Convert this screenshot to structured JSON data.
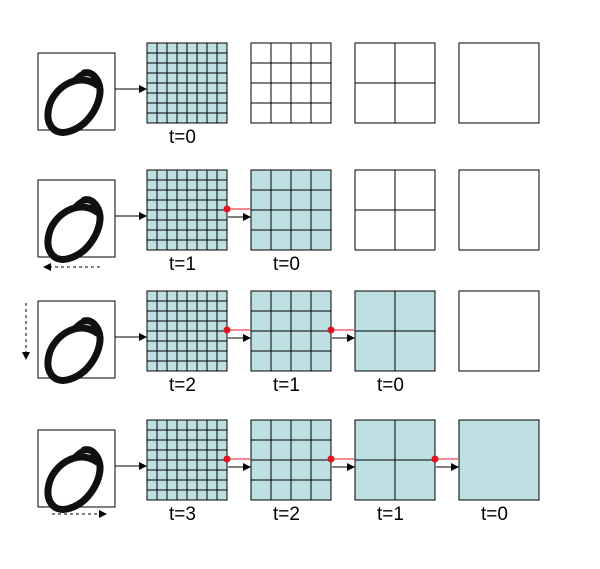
{
  "colors": {
    "active_fill": "#BFE0E3",
    "inactive_fill": "#FFFFFF",
    "grid_line": "#000000",
    "connector": "#E0141E",
    "arrow": "#000000",
    "digit_ink": "#101010"
  },
  "diagram": {
    "rows": [
      {
        "shift_arrow": "none",
        "grids": [
          {
            "divisions": 8,
            "active": true,
            "label": "t=0"
          },
          {
            "divisions": 4,
            "active": false,
            "label": ""
          },
          {
            "divisions": 2,
            "active": false,
            "label": ""
          },
          {
            "divisions": 1,
            "active": false,
            "label": ""
          }
        ]
      },
      {
        "shift_arrow": "left",
        "grids": [
          {
            "divisions": 8,
            "active": true,
            "label": "t=1"
          },
          {
            "divisions": 4,
            "active": true,
            "label": "t=0"
          },
          {
            "divisions": 2,
            "active": false,
            "label": ""
          },
          {
            "divisions": 1,
            "active": false,
            "label": ""
          }
        ]
      },
      {
        "shift_arrow": "down",
        "grids": [
          {
            "divisions": 8,
            "active": true,
            "label": "t=2"
          },
          {
            "divisions": 4,
            "active": true,
            "label": "t=1"
          },
          {
            "divisions": 2,
            "active": true,
            "label": "t=0"
          },
          {
            "divisions": 1,
            "active": false,
            "label": ""
          }
        ]
      },
      {
        "shift_arrow": "right",
        "grids": [
          {
            "divisions": 8,
            "active": true,
            "label": "t=3"
          },
          {
            "divisions": 4,
            "active": true,
            "label": "t=2"
          },
          {
            "divisions": 2,
            "active": true,
            "label": "t=1"
          },
          {
            "divisions": 1,
            "active": true,
            "label": "t=0"
          }
        ]
      }
    ]
  }
}
